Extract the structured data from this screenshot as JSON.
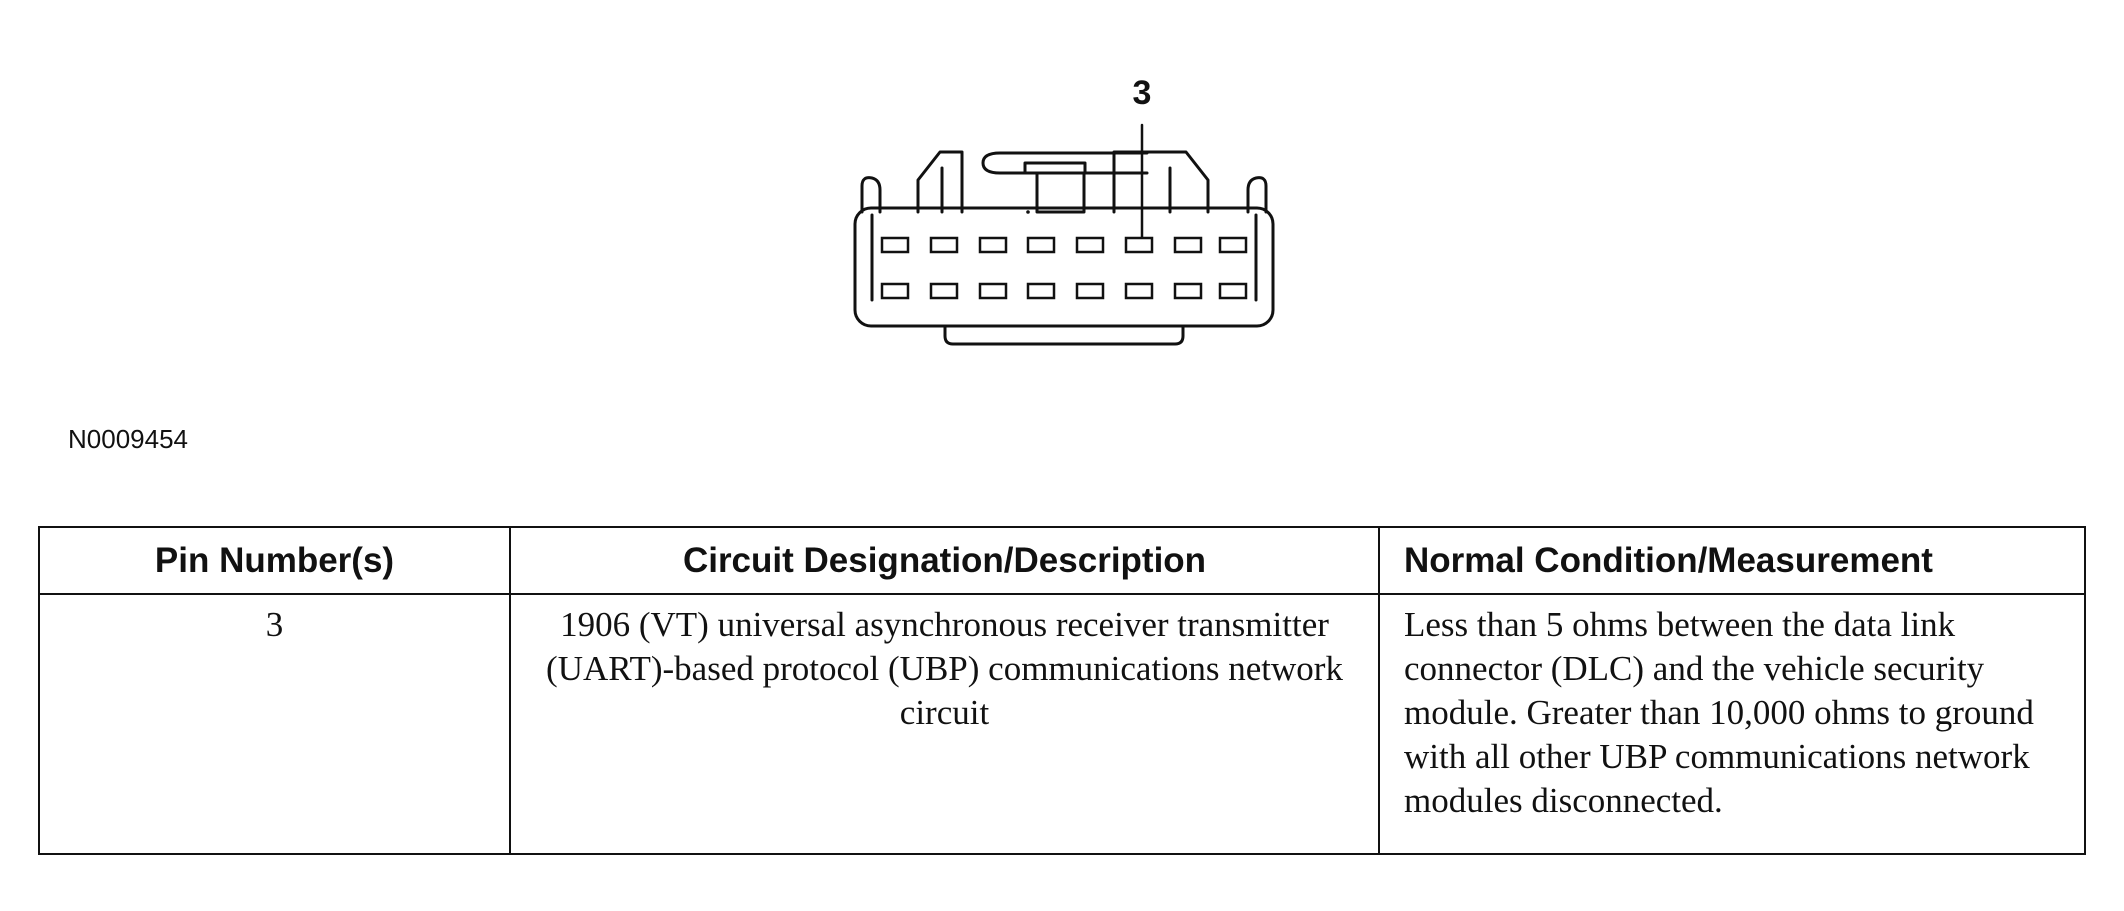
{
  "diagram": {
    "pin_callout": "3"
  },
  "figure_id": "N0009454",
  "table": {
    "headers": [
      "Pin Number(s)",
      "Circuit Designation/Description",
      "Normal Condition/Measurement"
    ],
    "rows": [
      {
        "pin": "3",
        "circuit": "1906 (VT) universal asynchronous receiver transmitter (UART)-based protocol (UBP) communications network circuit",
        "condition": "Less than 5 ohms between the data link connector (DLC) and the vehicle security module. Greater than 10,000 ohms to ground with all other UBP communications network modules disconnected."
      }
    ]
  }
}
